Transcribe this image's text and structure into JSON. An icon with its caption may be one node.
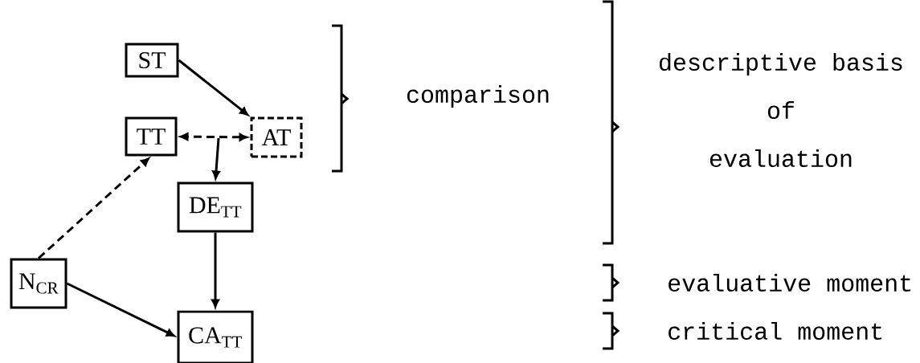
{
  "diagram": {
    "nodes": [
      {
        "text": [
          "ST"
        ]
      },
      {
        "text": [
          "TT"
        ]
      },
      {
        "text": [
          "AT"
        ]
      },
      {
        "text": [
          "DE$_{TT}$"
        ]
      },
      {
        "text": [
          "N$_{CR}$"
        ]
      },
      {
        "text": [
          "CA$_{TT}$"
        ]
      }
    ],
    "edges": [
      {
        "from": 0,
        "to": 2,
        "arrow": "to"
      },
      {
        "from": 2,
        "to": 1,
        "arrow": "both",
        "style": "dashed"
      },
      {
        "from": null,
        "to": 3,
        "arrow": "to"
      },
      {
        "from": 3,
        "to": 5,
        "arrow": "to"
      },
      {
        "from": 4,
        "to": 1,
        "arrow": "to",
        "style": "dashed"
      },
      {
        "from": 4,
        "to": 5,
        "arrow": "to"
      }
    ],
    "labels": [
      "comparison",
      "descriptive basis of evaluation",
      "evaluative moment",
      "critical moment"
    ]
  }
}
